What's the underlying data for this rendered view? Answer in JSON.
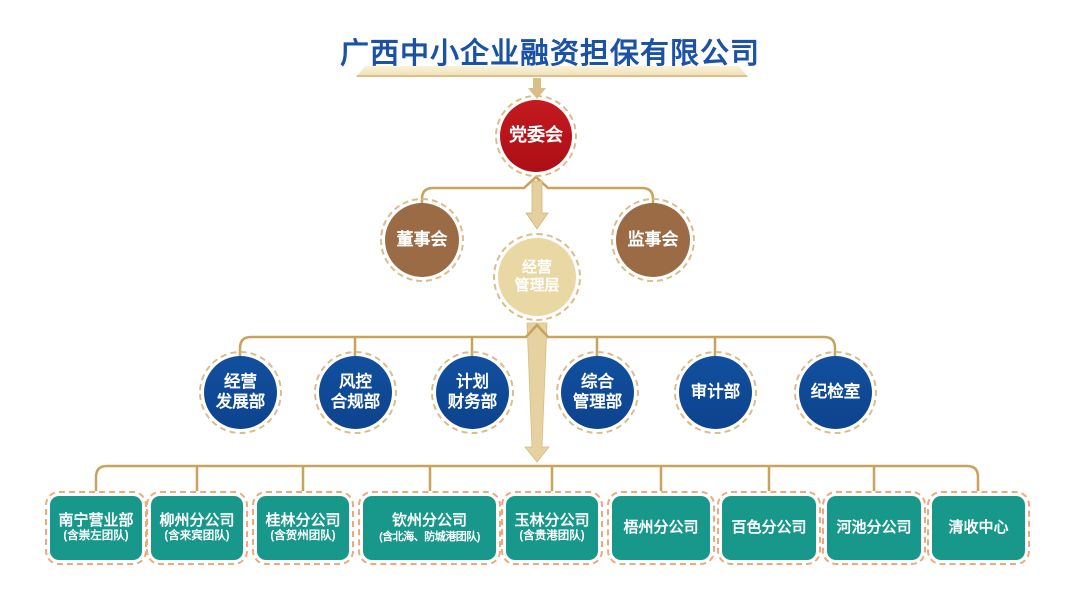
{
  "title": "广西中小企业融资担保有限公司",
  "colors": {
    "title_blue": "#1b52a6",
    "connector_gold": "#c9a25c",
    "arrow_tan": "#e4cf9f",
    "party_red": "#bb1319",
    "board_brown": "#9a6b44",
    "management_cream": "#e9d7a4",
    "department_blue": "#104e9d",
    "branch_teal": "#17988b",
    "branch_dash_orange": "#f0a87a",
    "circle_dash_tan": "#d9bd8c"
  },
  "org": {
    "party_committee": {
      "label": "党委会"
    },
    "boards": [
      {
        "label": "董事会"
      },
      {
        "label": "监事会"
      }
    ],
    "management": {
      "label": "经营\n管理层"
    },
    "departments": [
      {
        "label": "经营\n发展部"
      },
      {
        "label": "风控\n合规部"
      },
      {
        "label": "计划\n财务部"
      },
      {
        "label": "综合\n管理部"
      },
      {
        "label": "审计部"
      },
      {
        "label": "纪检室"
      }
    ],
    "branches": [
      {
        "name": "南宁营业部",
        "subtitle": "(含崇左团队)"
      },
      {
        "name": "柳州分公司",
        "subtitle": "(含来宾团队)"
      },
      {
        "name": "桂林分公司",
        "subtitle": "(含贺州团队)"
      },
      {
        "name": "钦州分公司",
        "subtitle": "(含北海、防城港团队)"
      },
      {
        "name": "玉林分公司",
        "subtitle": "(含贵港团队)"
      },
      {
        "name": "梧州分公司"
      },
      {
        "name": "百色分公司"
      },
      {
        "name": "河池分公司"
      },
      {
        "name": "清收中心"
      }
    ]
  }
}
